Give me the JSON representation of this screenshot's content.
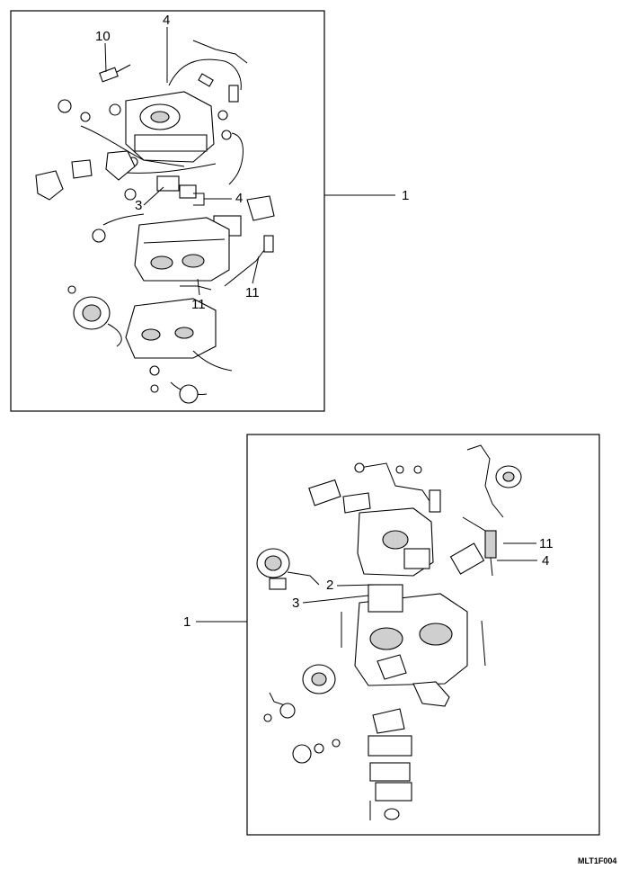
{
  "figure_code": "MLT1F004",
  "upper_panel": {
    "outer_label": "1",
    "callouts": [
      "10",
      "4",
      "4",
      "3",
      "11",
      "11"
    ]
  },
  "lower_panel": {
    "outer_label": "1",
    "callouts": [
      "11",
      "4",
      "2",
      "3"
    ]
  }
}
